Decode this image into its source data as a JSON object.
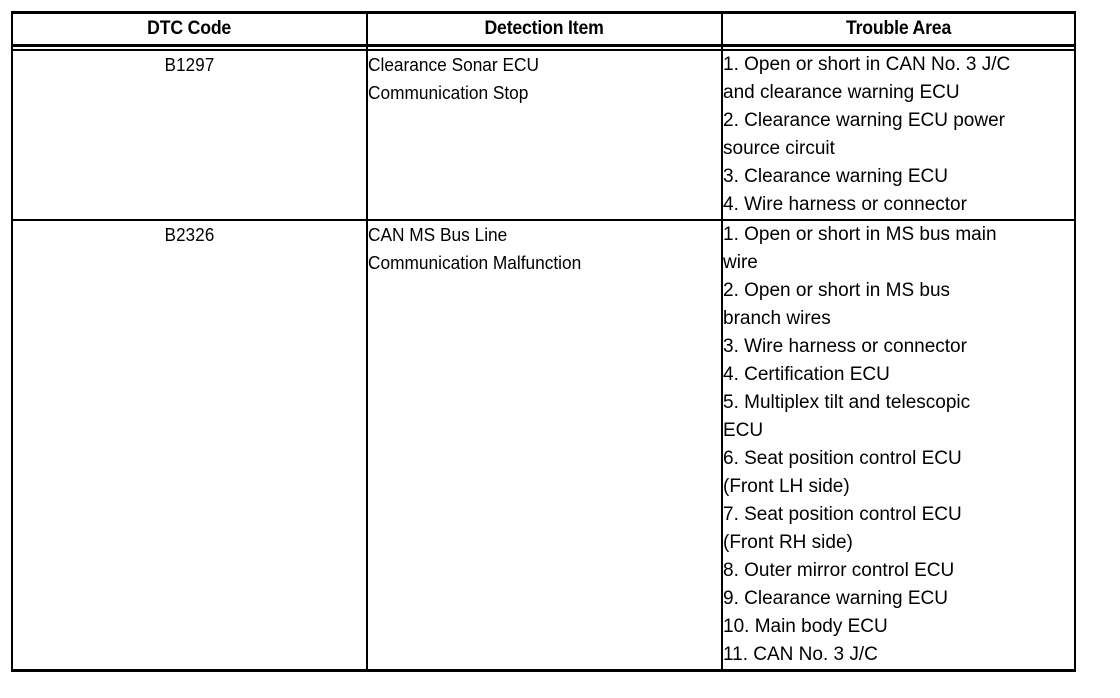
{
  "table": {
    "headers": [
      "DTC Code",
      "Detection Item",
      "Trouble Area"
    ],
    "rows": [
      {
        "dtc_code": "B1297",
        "detection_item": [
          "Clearance Sonar ECU",
          "Communication Stop"
        ],
        "trouble_area": [
          "1. Open or short in CAN No. 3 J/C",
          "and clearance warning ECU",
          "2. Clearance warning ECU power",
          "source circuit",
          "3. Clearance warning ECU",
          "4. Wire harness or connector"
        ]
      },
      {
        "dtc_code": "B2326",
        "detection_item": [
          "CAN MS Bus Line",
          "Communication Malfunction"
        ],
        "trouble_area": [
          "1. Open or short in MS bus main",
          "wire",
          "2. Open or short in MS bus",
          "branch wires",
          "3. Wire harness or connector",
          "4. Certification ECU",
          "5. Multiplex tilt and telescopic",
          "ECU",
          "6. Seat position control ECU",
          "(Front LH side)",
          "7. Seat position control ECU",
          "(Front RH side)",
          "8. Outer mirror control ECU",
          "9. Clearance warning ECU",
          "10. Main body ECU",
          "11. CAN No. 3 J/C"
        ]
      }
    ]
  },
  "colors": {
    "text": "#000000",
    "background": "#ffffff",
    "border": "#000000"
  }
}
